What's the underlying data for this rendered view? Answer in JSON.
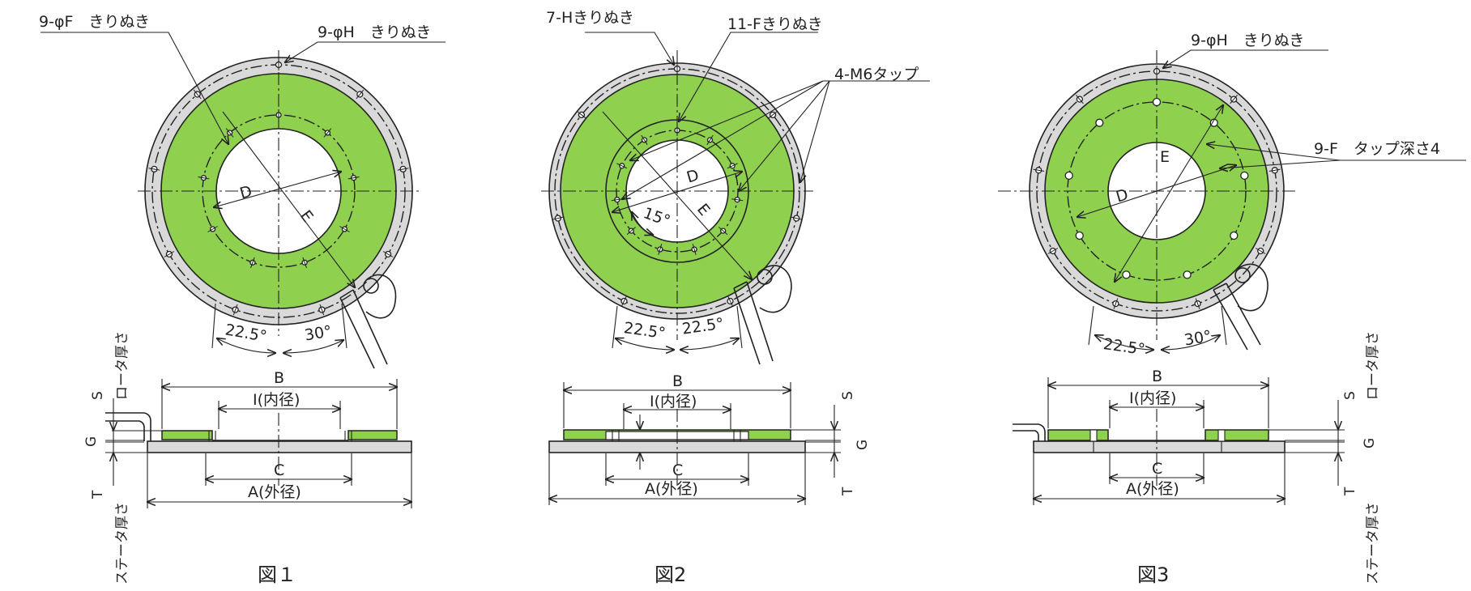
{
  "colors": {
    "rotor": "#8fd14f",
    "stator": "#d9d9d9",
    "line": "#222222"
  },
  "fig1": {
    "caption": "図１",
    "label_F": "9-φF　きりぬき",
    "label_H": "9-φH　きりぬき",
    "dim_D": "D",
    "dim_E": "E",
    "angle_a": "22.5°",
    "angle_b": "30°",
    "dim_B": "B",
    "dim_I": "I(内径)",
    "dim_C": "C",
    "dim_A": "A(外径)",
    "dim_S": "S",
    "dim_G": "G",
    "dim_T": "T",
    "rotor_thickness": "ロータ厚さ",
    "stator_thickness": "ステータ厚さ"
  },
  "fig2": {
    "caption": "図2",
    "label_H": "7-Hきりぬき",
    "label_F": "11-Fきりぬき",
    "label_tap": "4-M6タップ",
    "dim_D": "D",
    "dim_E": "E",
    "angle_inner": "15°",
    "angle_a": "22.5°",
    "angle_b": "22.5°",
    "dim_B": "B",
    "dim_I": "I(内径)",
    "dim_C": "C",
    "dim_A": "A(外径)",
    "dim_S": "S",
    "dim_G": "G",
    "dim_T": "T"
  },
  "fig3": {
    "caption": "図3",
    "label_H": "9-φH　きりぬき",
    "label_F": "9-F　タップ深さ4",
    "dim_D": "D",
    "dim_E": "E",
    "angle_a": "22.5°",
    "angle_b": "30°",
    "dim_B": "B",
    "dim_I": "I(内径)",
    "dim_C": "C",
    "dim_A": "A(外径)",
    "dim_S": "S",
    "dim_G": "G",
    "dim_T": "T",
    "rotor_thickness": "ロータ厚さ",
    "stator_thickness": "ステータ厚さ"
  }
}
